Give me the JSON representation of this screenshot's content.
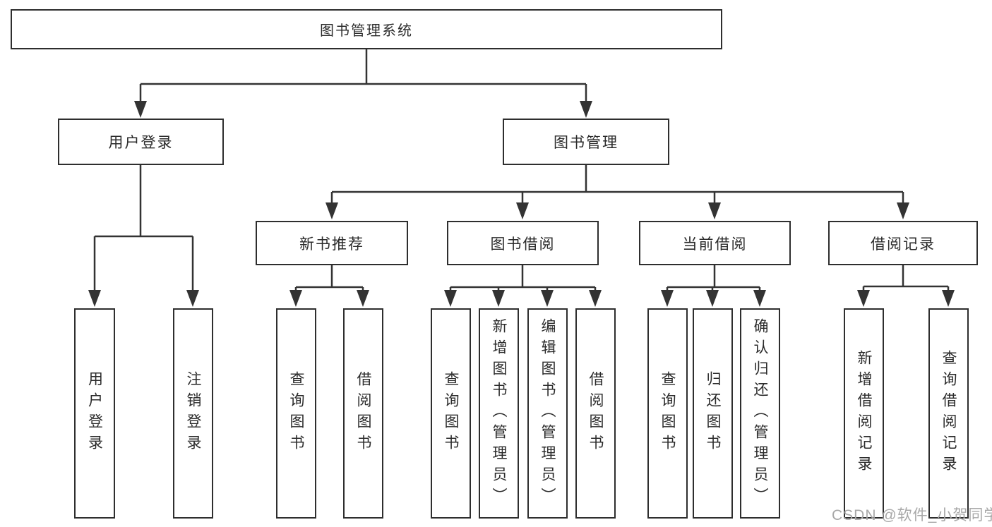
{
  "colors": {
    "background": "#ffffff",
    "line": "#333333",
    "box_border": "#2e2e2e",
    "text": "#2b2b2b",
    "watermark": "#a8a8a8"
  },
  "diagram": {
    "type": "hierarchy-tree",
    "root": "图书管理系统",
    "branches": [
      {
        "label": "用户登录",
        "children": [
          "用户登录",
          "注销登录"
        ]
      },
      {
        "label": "图书管理",
        "children": [
          {
            "label": "新书推荐",
            "children": [
              "查询图书",
              "借阅图书"
            ]
          },
          {
            "label": "图书借阅",
            "children": [
              "查询图书",
              "新增图书（管理员）",
              "编辑图书（管理员）",
              "借阅图书"
            ]
          },
          {
            "label": "当前借阅",
            "children": [
              "查询图书",
              "归还图书",
              "确认归还（管理员）"
            ]
          },
          {
            "label": "借阅记录",
            "children": [
              "新增借阅记录",
              "查询借阅记录"
            ]
          }
        ]
      }
    ]
  },
  "watermark": {
    "text": "CSDN @软件_小贺同学"
  }
}
